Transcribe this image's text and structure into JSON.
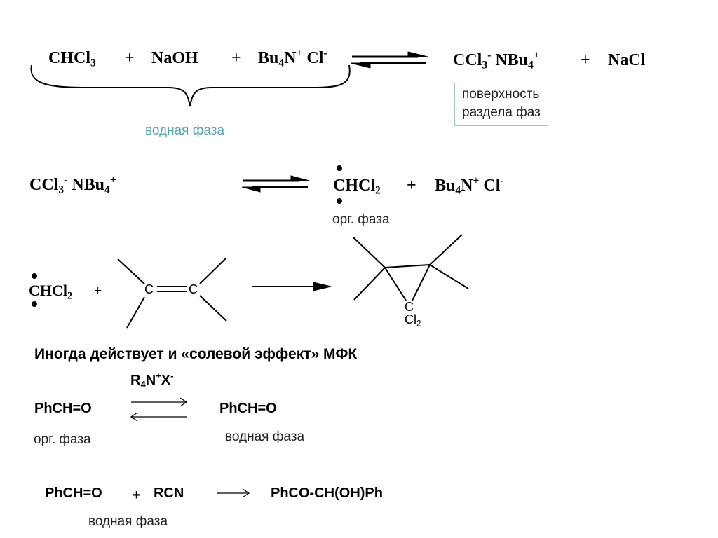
{
  "reaction1": {
    "r1": "CHCl",
    "r1_sub": "3",
    "plus": "+",
    "r2": "NaOH",
    "r3_a": "Bu",
    "r3_sub": "4",
    "r3_b": "N",
    "r3_sup": "+",
    "r3_c": " Cl",
    "r3_sup2": "-",
    "p1_a": "CCl",
    "p1_sub": "3",
    "p1_sup": "-",
    "p1_b": " NBu",
    "p1_sub2": "4",
    "p1_sup2": "+",
    "p2": "NaCl",
    "phase_label": "водная фаза",
    "interface_line1": "поверхность",
    "interface_line2": "раздела фаз"
  },
  "reaction2": {
    "l_a": "CCl",
    "l_sub": "3",
    "l_sup": "-",
    "l_b": " NBu",
    "l_sub2": "4",
    "l_sup2": "+",
    "p1": "CHCl",
    "p1_sub": "2",
    "plus": "+",
    "p2_a": "Bu",
    "p2_sub": "4",
    "p2_b": "N",
    "p2_sup": "+",
    "p2_c": " Cl",
    "p2_sup2": "-",
    "phase_label": "орг. фаза"
  },
  "reaction3": {
    "carbene": "CHCl",
    "carbene_sub": "2",
    "plus": "+",
    "alkene_c1": "C",
    "alkene_c2": "C",
    "ring_c": "C",
    "ring_cl": "Cl",
    "ring_cl_sub": "2"
  },
  "salt_effect": {
    "heading": "Иногда действует и «солевой эффект» МФК",
    "catalyst_a": "R",
    "catalyst_sub": "4",
    "catalyst_b": "N",
    "catalyst_sup": "+",
    "catalyst_c": "X",
    "catalyst_sup2": "-",
    "left": "PhCH=O",
    "right": "PhCH=O",
    "left_phase": "орг. фаза",
    "right_phase": "водная фаза"
  },
  "reaction4": {
    "r1": "PhCH=O",
    "plus": "+",
    "r2": "RCN",
    "product": "PhCO-CH(OH)Ph",
    "phase_label": "водная фаза"
  }
}
